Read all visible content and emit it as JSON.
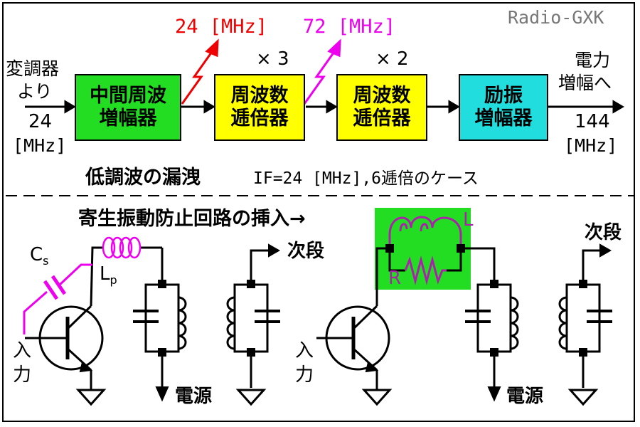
{
  "brand": "Radio-GXK",
  "top": {
    "freq_red": "24 [MHz]",
    "freq_magenta": "72 [MHz]",
    "mult3": "× 3",
    "mult2": "× 2",
    "input_label_1": "変調器",
    "input_label_2": "より",
    "input_freq_1": "24",
    "input_freq_2": "[MHz]",
    "output_label_1": "電力",
    "output_label_2": "増幅へ",
    "output_freq_1": "144",
    "output_freq_2": "[MHz]",
    "blocks": [
      {
        "line1": "中間周波",
        "line2": "増幅器",
        "color": "#22dd22"
      },
      {
        "line1": "周波数",
        "line2": "逓倍器",
        "color": "#ffff00"
      },
      {
        "line1": "周波数",
        "line2": "逓倍器",
        "color": "#ffff00"
      },
      {
        "line1": "励振",
        "line2": "増幅器",
        "color": "#22dddd"
      }
    ],
    "caption_main": "低調波の漏洩",
    "caption_sub": "IF=24 [MHz],6逓倍のケース"
  },
  "bottom": {
    "insert_label": "寄生振動防止回路の挿入→",
    "cs_label": "C",
    "cs_sub": "s",
    "lp_label": "L",
    "lp_sub": "p",
    "l_label": "L",
    "r_label": "R",
    "next_stage": "次段",
    "power": "電源",
    "input_1": "入",
    "input_2": "力"
  },
  "colors": {
    "red": "#ee0000",
    "magenta": "#ee00ee",
    "green_box": "#22dd22",
    "purple": "#aa22aa"
  }
}
